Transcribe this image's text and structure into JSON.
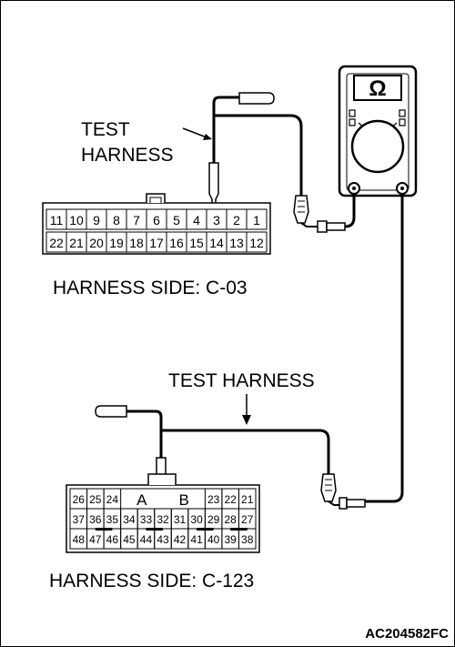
{
  "labels": {
    "test_harness_top_line1": "TEST",
    "test_harness_top_line2": "HARNESS",
    "harness_side_top": "HARNESS SIDE: C-03",
    "test_harness_bottom": "TEST HARNESS",
    "harness_side_bottom": "HARNESS SIDE: C-123",
    "figure_code": "AC204582FC",
    "meter_symbol": "Ω"
  },
  "connector_c03": {
    "row1": [
      "11",
      "10",
      "9",
      "8",
      "7",
      "6",
      "5",
      "4",
      "3",
      "2",
      "1"
    ],
    "row2": [
      "22",
      "21",
      "20",
      "19",
      "18",
      "17",
      "16",
      "15",
      "14",
      "13",
      "12"
    ]
  },
  "connector_c123": {
    "row1_left": [
      "26",
      "25",
      "24"
    ],
    "row1_mid": [
      "A",
      "B"
    ],
    "row1_right": [
      "23",
      "22",
      "21"
    ],
    "row2": [
      "37",
      "36",
      "35",
      "34",
      "33",
      "32",
      "31",
      "30",
      "29",
      "28",
      "27"
    ],
    "row3": [
      "48",
      "47",
      "46",
      "45",
      "44",
      "43",
      "42",
      "41",
      "40",
      "39",
      "38"
    ]
  }
}
